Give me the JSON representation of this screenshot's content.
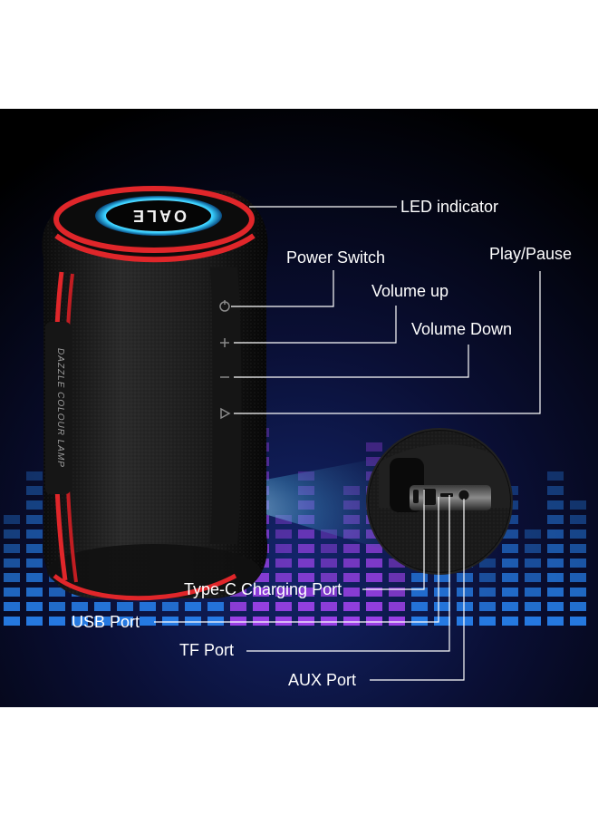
{
  "brand": "OALE",
  "side_text": "DAZZLE COLOUR LAMP",
  "labels": {
    "led": "LED indicator",
    "power": "Power Switch",
    "play_pause": "Play/Pause",
    "volume_up": "Volume up",
    "volume_down": "Volume Down",
    "type_c": "Type-C Charging Port",
    "usb": "USB Port",
    "tf": "TF Port",
    "aux": "AUX Port"
  },
  "colors": {
    "background": "#000000",
    "strap": "#e0262a",
    "led_ring": "#38d0ff",
    "label_text": "#ffffff",
    "leader_line": "#ffffff",
    "equalizer_blue": "#2a8cff",
    "equalizer_purple": "#b347ff"
  },
  "icons": [
    "power-icon",
    "plus-icon",
    "minus-icon",
    "play-icon"
  ]
}
